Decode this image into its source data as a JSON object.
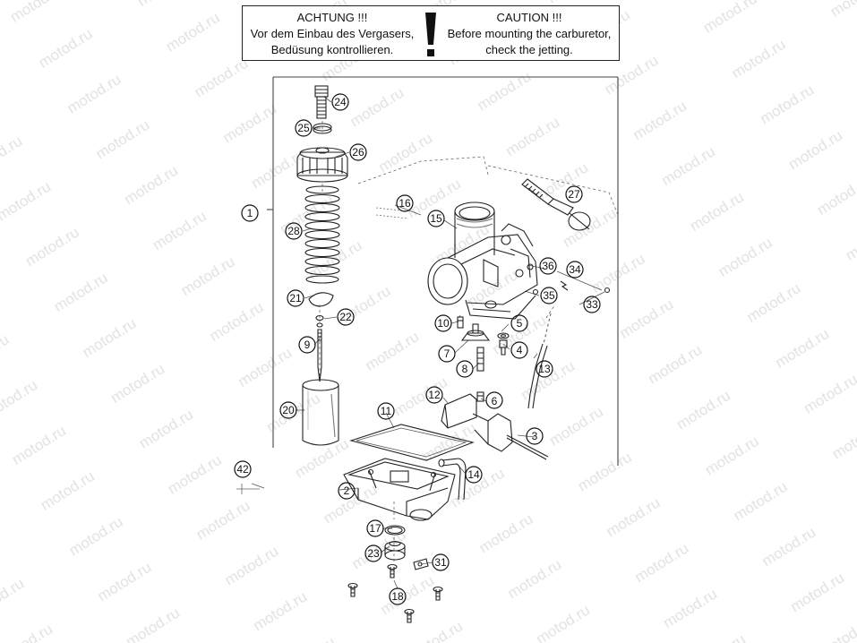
{
  "watermark": {
    "text": "motod.ru",
    "color": "#e2e2e2"
  },
  "caution": {
    "german": {
      "heading": "ACHTUNG !!!",
      "line1": "Vor dem Einbau des Vergasers,",
      "line2": "Bedüsung kontrollieren."
    },
    "english": {
      "heading": "CAUTION !!!",
      "line1": "Before mounting the carburetor,",
      "line2": "check the jetting."
    },
    "icon": "exclamation-icon"
  },
  "callouts": {
    "c1": "1",
    "c2": "2",
    "c3": "3",
    "c4": "4",
    "c5": "5",
    "c6": "6",
    "c7": "7",
    "c8": "8",
    "c9": "9",
    "c10": "10",
    "c11": "11",
    "c12": "12",
    "c13": "13",
    "c14": "14",
    "c15": "15",
    "c16": "16",
    "c17": "17",
    "c18": "18",
    "c20": "20",
    "c21": "21",
    "c22": "22",
    "c23": "23",
    "c24": "24",
    "c25": "25",
    "c26": "26",
    "c27": "27",
    "c28": "28",
    "c31": "31",
    "c33": "33",
    "c34": "34",
    "c35": "35",
    "c36": "36",
    "c42": "42"
  }
}
